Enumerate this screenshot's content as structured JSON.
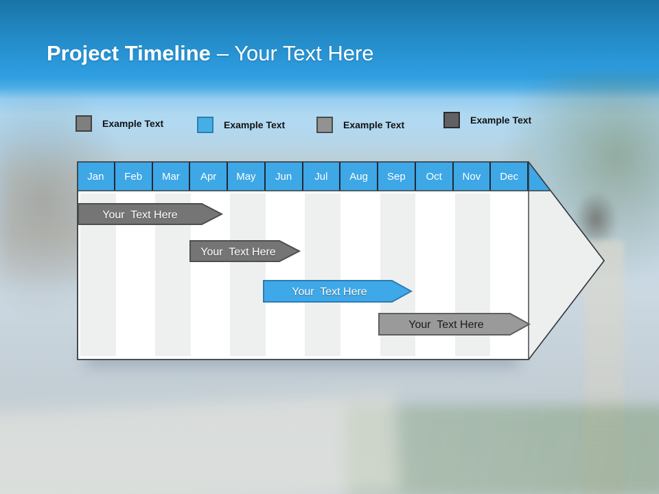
{
  "slide": {
    "title": {
      "bold": "Project Timeline",
      "rest": "– Your Text Here"
    }
  },
  "legend": {
    "items": [
      {
        "label": "Example Text",
        "color": "#7f7f7f",
        "border": "#3f3f3f"
      },
      {
        "label": "Example Text",
        "color": "#45aee7",
        "border": "#2e7cae"
      },
      {
        "label": "Example Text",
        "color": "#929292",
        "border": "#4a4a4a"
      },
      {
        "label": "Example Text",
        "color": "#606164",
        "border": "#2b2b2b"
      }
    ]
  },
  "timeline": {
    "header_color": "#3ea7e6",
    "months": [
      "Jan",
      "Feb",
      "Mar",
      "Apr",
      "May",
      "Jun",
      "Jul",
      "Aug",
      "Sep",
      "Oct",
      "Nov",
      "Dec"
    ],
    "bars": [
      {
        "label": "Your  Text Here",
        "fill": "#757575",
        "stroke": "#4d4d4d",
        "text_color": "#ffffff",
        "span": "Jan–Apr"
      },
      {
        "label": "Your  Text Here",
        "fill": "#757575",
        "stroke": "#4d4d4d",
        "text_color": "#ffffff",
        "span": "Apr–Jun"
      },
      {
        "label": "Your  Text Here",
        "fill": "#3fa8e8",
        "stroke": "#2c7cb3",
        "text_color": "#ffffff",
        "span": "May–Sep"
      },
      {
        "label": "Your  Text Here",
        "fill": "#9a9a9a",
        "stroke": "#5f5f5f",
        "text_color": "#1a1a1a",
        "span": "Sep–Dec"
      }
    ]
  }
}
